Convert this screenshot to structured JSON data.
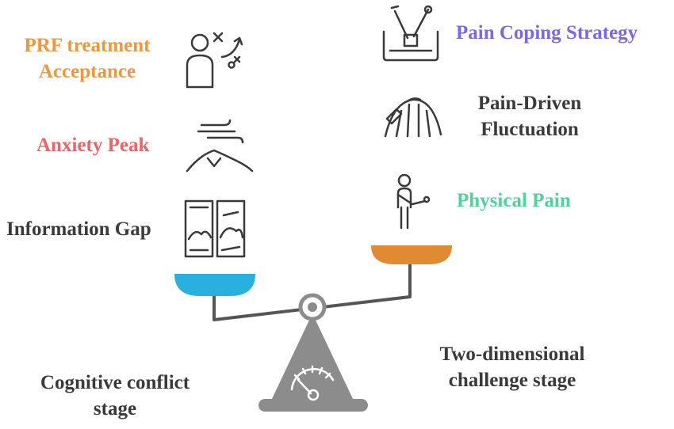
{
  "left_side": {
    "prf_line1": "PRF treatment",
    "prf_line2": "Acceptance",
    "anxiety": "Anxiety Peak",
    "info_gap": "Information Gap",
    "stage_line1": "Cognitive conflict",
    "stage_line2": "stage"
  },
  "right_side": {
    "coping": "Pain Coping Strategy",
    "fluct_line1": "Pain-Driven",
    "fluct_line2": "Fluctuation",
    "physical": "Physical Pain",
    "stage_line1": "Two-dimensional",
    "stage_line2": "challenge stage"
  },
  "colors": {
    "orange": "#F0963C",
    "red": "#EE6465",
    "purple": "#7B67E8",
    "green": "#4FD39A",
    "dark": "#3A3A3A",
    "blue_pan": "#2AB0DE",
    "orange_pan": "#E08A32",
    "gray": "#8C8C8C",
    "dark_gray": "#555555"
  },
  "icons": [
    "person-choice-icon",
    "wind-mountain-icon",
    "comic-panels-icon",
    "tools-box-icon",
    "roller-coaster-icon",
    "injured-person-icon",
    "gauge-icon"
  ]
}
